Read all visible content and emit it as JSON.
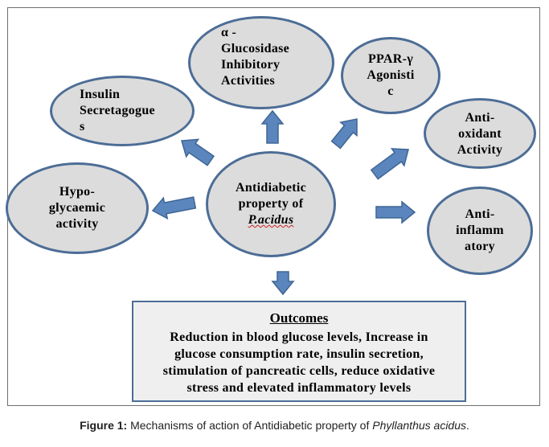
{
  "diagram": {
    "center": {
      "line1": "Antidiabetic",
      "line2": "property of",
      "line3": "P.acidus"
    },
    "nodes": {
      "glucosidase": "α -\nGlucosidase\nInhibitory\nActivities",
      "ppar": "PPAR-γ\nAgonisti\nc",
      "insulin_secretagogue": "Insulin\nSecretagogue\ns",
      "antioxidant": "Anti-\noxidant\nActivity",
      "hypoglycaemic": "Hypo-\nglycaemic\nactivity",
      "antiinflammatory": "Anti-\ninflamm\natory"
    },
    "outcomes": {
      "title": "Outcomes",
      "text": "Reduction in blood glucose levels, Increase in\nglucose consumption rate, insulin secretion,\nstimulation of pancreatic cells, reduce oxidative\nstress and elevated inflammatory levels"
    },
    "colors": {
      "node_fill": "#dcdcdc",
      "node_border": "#4c6d96",
      "arrow_fill": "#5b85bd",
      "arrow_stroke": "#3f6694"
    }
  },
  "caption": {
    "label": "Figure 1:",
    "text_before": "Mechanisms of action of Antidiabetic property of",
    "species": "Phyllanthus acidus",
    "period": "."
  }
}
